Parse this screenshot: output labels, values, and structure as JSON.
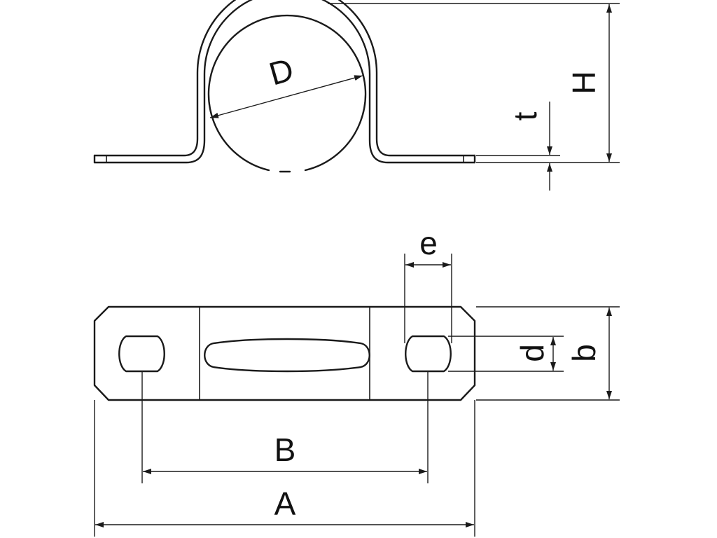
{
  "drawing": {
    "line_color": "#1a1a1a",
    "background": "#ffffff",
    "labels": {
      "D": "D",
      "H": "H",
      "t": "t",
      "e": "e",
      "d": "d",
      "b": "b",
      "B": "B",
      "A": "A"
    }
  }
}
